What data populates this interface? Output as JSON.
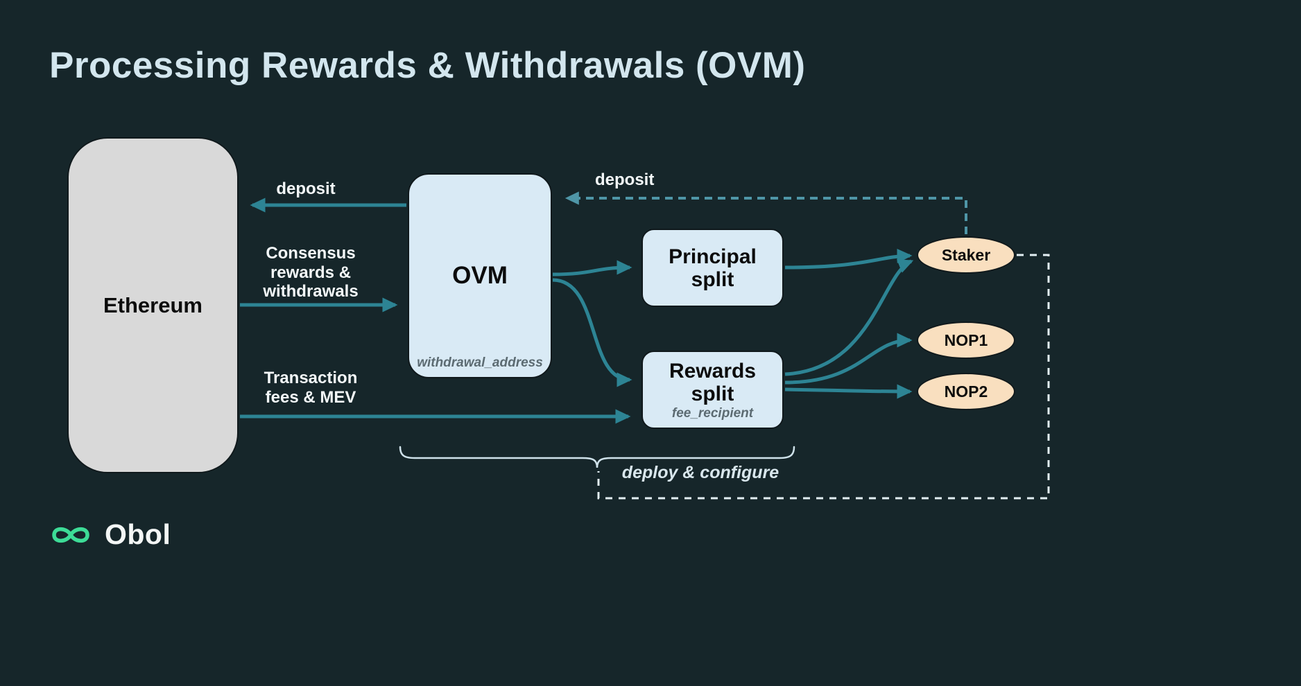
{
  "title": "Processing Rewards & Withdrawals (OVM)",
  "colors": {
    "background": "#16262a",
    "title_text": "#d3e6ee",
    "node_gray": "#d9d9d9",
    "node_blue": "#d9eaf5",
    "node_peach": "#f9dfbf",
    "arrow_teal": "#2d8494",
    "arrow_teal_dashed": "#4f96a7",
    "dashed_white": "#e3eff3",
    "brace": "#cfe2ea",
    "logo_green": "#3ddc97"
  },
  "nodes": {
    "ethereum": {
      "label": "Ethereum"
    },
    "ovm": {
      "label": "OVM",
      "sublabel": "withdrawal_address"
    },
    "principal_split": {
      "label": "Principal split"
    },
    "rewards_split": {
      "label": "Rewards split",
      "sublabel": "fee_recipient"
    },
    "staker": {
      "label": "Staker"
    },
    "nop1": {
      "label": "NOP1"
    },
    "nop2": {
      "label": "NOP2"
    }
  },
  "labels": {
    "deposit_left": "deposit",
    "deposit_right": "deposit",
    "consensus": "Consensus rewards & withdrawals",
    "transaction": "Transaction fees & MEV",
    "deploy_configure": "deploy & configure"
  },
  "logo": {
    "text": "Obol"
  }
}
